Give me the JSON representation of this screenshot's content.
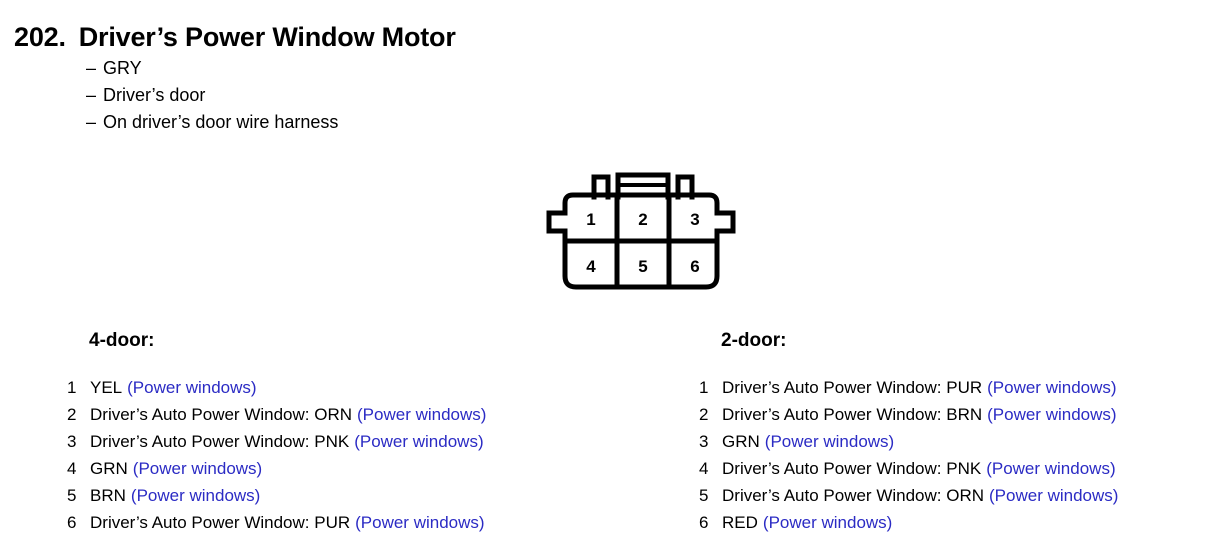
{
  "header": {
    "number": "202.",
    "title": "Driver’s Power Window Motor"
  },
  "spec_list": {
    "dash": "–",
    "items": [
      "GRY",
      "Driver’s door",
      "On driver’s door wire harness"
    ]
  },
  "connector": {
    "name": "6-pin connector, 2 rows of 3",
    "pins": [
      "1",
      "2",
      "3",
      "4",
      "5",
      "6"
    ]
  },
  "colors": {
    "circuit_blue": "#2b2bc4",
    "text_black": "#000000",
    "background": "#ffffff"
  },
  "pinouts": [
    {
      "id": "4door",
      "heading": "4-door:",
      "rows": [
        {
          "pin": "1",
          "desc": "YEL",
          "circuit": "(Power windows)"
        },
        {
          "pin": "2",
          "desc": "Driver’s Auto Power Window: ORN",
          "circuit": "(Power windows)"
        },
        {
          "pin": "3",
          "desc": "Driver’s Auto Power Window: PNK",
          "circuit": "(Power windows)"
        },
        {
          "pin": "4",
          "desc": "GRN",
          "circuit": "(Power windows)"
        },
        {
          "pin": "5",
          "desc": "BRN",
          "circuit": "(Power windows)"
        },
        {
          "pin": "6",
          "desc": "Driver’s Auto Power Window: PUR",
          "circuit": "(Power windows)"
        }
      ]
    },
    {
      "id": "2door",
      "heading": "2-door:",
      "rows": [
        {
          "pin": "1",
          "desc": "Driver’s Auto Power Window: PUR",
          "circuit": "(Power windows)"
        },
        {
          "pin": "2",
          "desc": "Driver’s Auto Power Window: BRN",
          "circuit": "(Power windows)"
        },
        {
          "pin": "3",
          "desc": "GRN",
          "circuit": "(Power windows)"
        },
        {
          "pin": "4",
          "desc": "Driver’s Auto Power Window: PNK",
          "circuit": "(Power windows)"
        },
        {
          "pin": "5",
          "desc": "Driver’s Auto Power Window: ORN",
          "circuit": "(Power windows)"
        },
        {
          "pin": "6",
          "desc": "RED",
          "circuit": "(Power windows)"
        }
      ]
    }
  ]
}
